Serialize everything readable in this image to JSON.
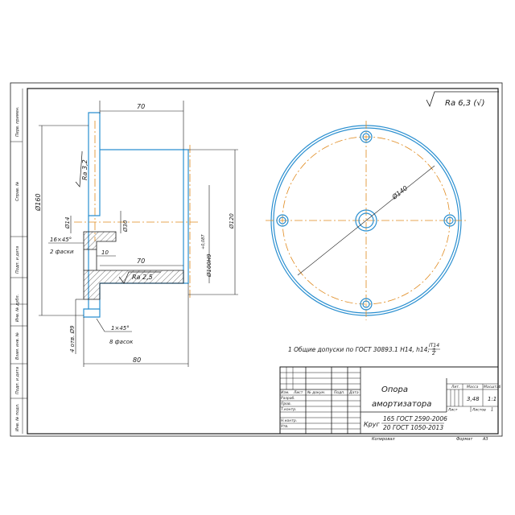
{
  "drawing": {
    "surface_finish_general": "Ra 6,3 (√)",
    "side_strip": [
      "Перв. примен.",
      "Справ. №",
      "Подп. и дата",
      "Инв. № дубл.",
      "Взам. инв. №",
      "Подп. и дата",
      "Инв. № подл."
    ],
    "dimensions": {
      "top_length": "70",
      "ra_32": "Ra 3,2",
      "dia_160": "Ø160",
      "dia_14": "Ø14",
      "dia_30": "Ø30",
      "chamfer1": "16×45°",
      "chamfer1_note": "2 фаски",
      "ten": "10",
      "mid_length": "70",
      "ra_25": "Ra 2,5",
      "dia_100": "Ø100Н9",
      "dia_100_tol": "+0,087",
      "dia_120": "Ø120",
      "holes": "4 отв. Ø9",
      "chamfer2": "1×45°",
      "chamfer2_note": "8 фасок",
      "total_length": "80",
      "front_dia_140": "Ø140"
    },
    "note": "1 Общие допуски по ГОСТ 30893.1 H14, h14, ±",
    "note_frac_num": "IT14",
    "note_frac_den": "2",
    "title_block": {
      "name_line1": "Опора",
      "name_line2": "амортизатора",
      "material_prefix": "Круг",
      "material_num": "165 ГОСТ 2590-2006",
      "material_den": "20 ГОСТ 1050-2013",
      "col_lit": "Лит.",
      "col_mass": "Масса",
      "col_scale": "Масштаб",
      "mass": "3,48",
      "scale": "1:1",
      "sheet": "Лист",
      "sheets": "Листов",
      "sheets_num": "1",
      "row_headers": [
        "Изм.",
        "Лист",
        "№ докум.",
        "Подп.",
        "Дата"
      ],
      "row_labels": [
        "Разраб.",
        "Пров.",
        "Т.контр.",
        "",
        "Н.контр.",
        "Утв."
      ],
      "copied": "Копировал",
      "format": "Формат",
      "format_val": "А3"
    }
  }
}
